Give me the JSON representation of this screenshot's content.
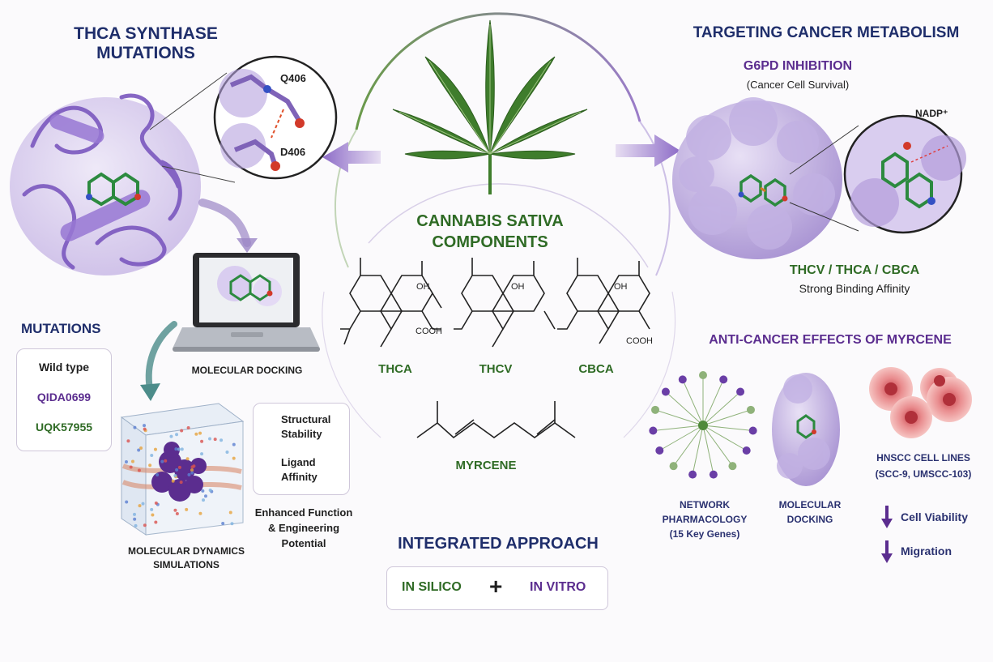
{
  "left": {
    "title_line1": "THCA SYNTHASE",
    "title_line2": "MUTATIONS",
    "zoom_labels": [
      "Q406",
      "D406"
    ],
    "laptop_label": "MOLECULAR DOCKING",
    "mutations_heading": "MUTATIONS",
    "mutations": [
      "Wild type",
      "QIDA0699",
      "UQK57955"
    ],
    "md_label_line1": "MOLECULAR DYNAMICS",
    "md_label_line2": "SIMULATIONS",
    "effects": [
      {
        "line1": "Structural",
        "line2": "Stability"
      },
      {
        "line1": "Ligand",
        "line2": "Affinity"
      }
    ],
    "enhanced_line1": "Enhanced Function",
    "enhanced_line2": "& Engineering",
    "enhanced_line3": "Potential"
  },
  "center": {
    "title_line1": "CANNABIS SATIVA",
    "title_line2": "COMPONENTS",
    "compounds": [
      "THCA",
      "THCV",
      "CBCA",
      "MYRCENE"
    ],
    "substituents": {
      "oh": "OH",
      "cooh": "COOH"
    },
    "approach_title": "INTEGRATED APPROACH",
    "in_silico": "IN SILICO",
    "plus": "+",
    "in_vitro": "IN VITRO"
  },
  "right": {
    "title": "TARGETING CANCER METABOLISM",
    "g6pd_title": "G6PD INHIBITION",
    "g6pd_sub": "(Cancer Cell Survival)",
    "nadp_label": "NADP⁺",
    "binders": "THCV / THCA / CBCA",
    "binding_text": "Strong Binding Affinity",
    "myrcene_title": "ANTI-CANCER EFFECTS OF MYRCENE",
    "network_line1": "NETWORK",
    "network_line2": "PHARMACOLOGY",
    "network_line3": "(15 Key Genes)",
    "docking_line1": "MOLECULAR",
    "docking_line2": "DOCKING",
    "hnscc_line1": "HNSCC CELL LINES",
    "hnscc_line2": "(SCC-9, UMSCC-103)",
    "outcomes": [
      "Cell Viability",
      "Migration"
    ]
  },
  "colors": {
    "navy": "#1f2e6b",
    "green": "#2f6b25",
    "purple": "#5b2d8f",
    "protein": "#8b6cc9"
  }
}
